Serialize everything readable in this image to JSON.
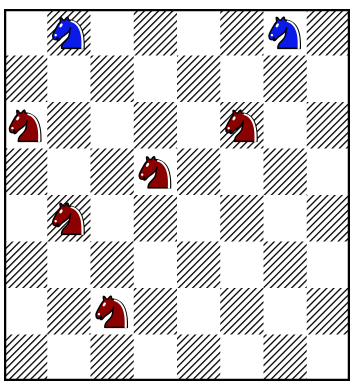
{
  "board": {
    "files": 8,
    "ranks": 8,
    "light_square_color": "#ffffff",
    "dark_square_style": "diagonal-hatch",
    "hatch_color": "#000000",
    "border_color": "#000000"
  },
  "pieces": [
    {
      "type": "knight",
      "side": "blue",
      "color": "#0a1ae8",
      "square": "b8"
    },
    {
      "type": "knight",
      "side": "blue",
      "color": "#0a1ae8",
      "square": "g8"
    },
    {
      "type": "knight",
      "side": "red",
      "color": "#8b0000",
      "square": "a6"
    },
    {
      "type": "knight",
      "side": "red",
      "color": "#8b0000",
      "square": "f6"
    },
    {
      "type": "knight",
      "side": "red",
      "color": "#8b0000",
      "square": "d5"
    },
    {
      "type": "knight",
      "side": "red",
      "color": "#8b0000",
      "square": "b4"
    },
    {
      "type": "knight",
      "side": "red",
      "color": "#8b0000",
      "square": "c2"
    }
  ]
}
